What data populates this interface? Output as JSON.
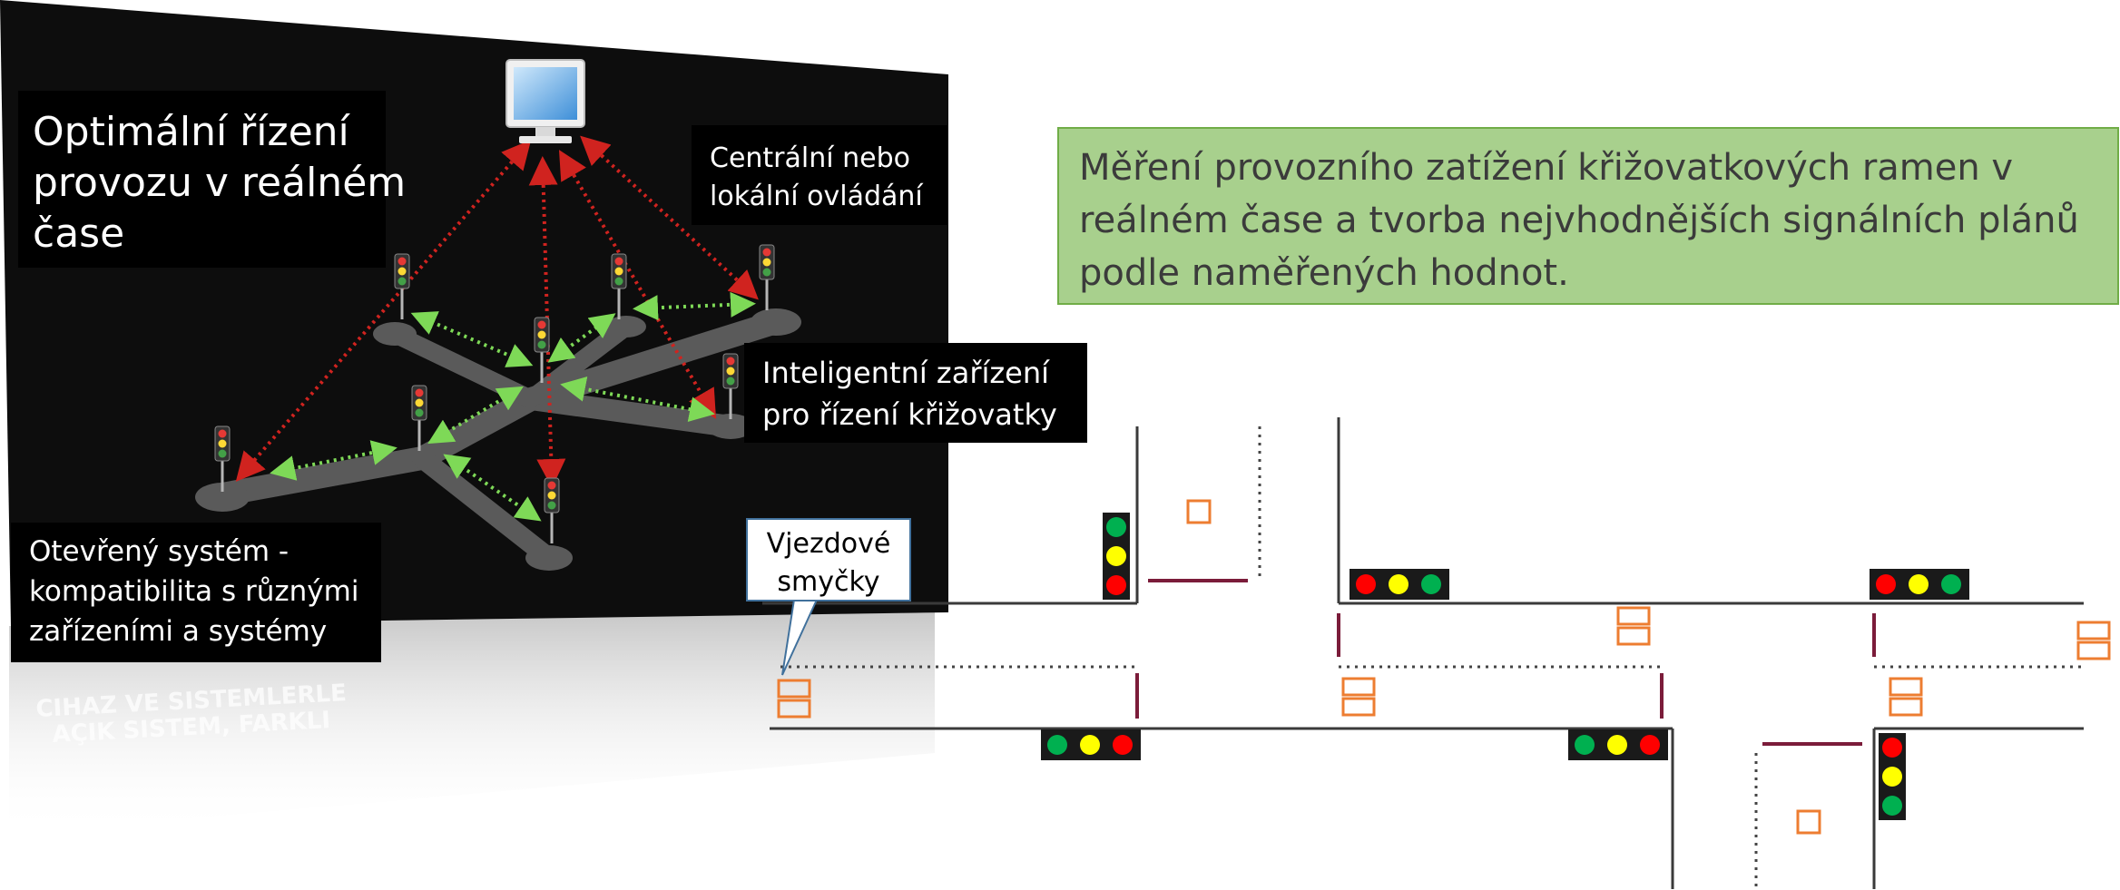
{
  "labels": {
    "top_left": {
      "lines": [
        "Optimální řízení",
        "provozu v reálném",
        "čase"
      ]
    },
    "central": {
      "lines": [
        "Centrální nebo",
        "lokální ovládání"
      ]
    },
    "intelligent": {
      "lines": [
        "Inteligentní zařízení",
        "pro řízení křižovatky"
      ]
    },
    "open_system": {
      "lines": [
        "Otevřený systém -",
        "kompatibilita s různými",
        "zařízeními a systémy"
      ]
    },
    "measurement": {
      "lines": [
        "Měření provozního zatížení křižovatkových ramen v",
        "reálném čase a tvorba nejvhodnějších signálních plánů",
        "podle naměřených hodnot."
      ]
    },
    "entry_loops": {
      "lines": [
        "Vjezdové",
        "smyčky"
      ]
    }
  },
  "reflection_text": {
    "lines": [
      "CIHAZ VE SISTEMLERLE",
      "AÇIK SISTEM, FARKLI"
    ]
  },
  "colors": {
    "panel_background": "#0d0d0d",
    "road_gray": "#5a5a5a",
    "link_red": "#d0231f",
    "link_green": "#7ed957",
    "loop_orange": "#ed7d31",
    "stop_line": "#7b1c3a",
    "label_green_fill": "#a8d08d",
    "label_green_border": "#70ad47",
    "callout_border": "#41719c"
  }
}
